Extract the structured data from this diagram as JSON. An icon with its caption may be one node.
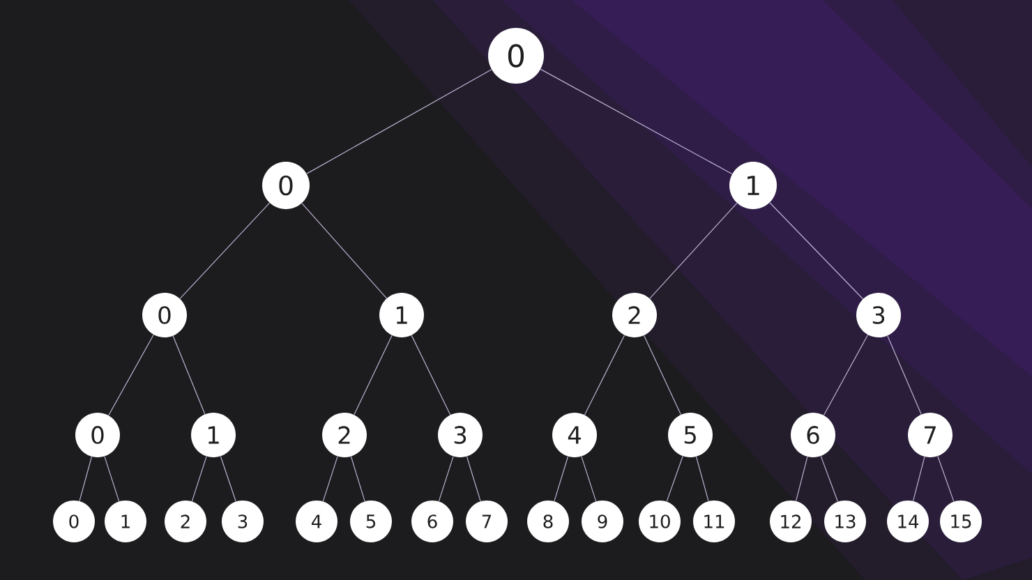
{
  "diagram": {
    "nodes": [
      {
        "text": [
          "0"
        ]
      },
      {
        "text": [
          "0"
        ]
      },
      {
        "text": [
          "1"
        ]
      },
      {
        "text": [
          "0"
        ]
      },
      {
        "text": [
          "1"
        ]
      },
      {
        "text": [
          "2"
        ]
      },
      {
        "text": [
          "3"
        ]
      },
      {
        "text": [
          "0"
        ]
      },
      {
        "text": [
          "1"
        ]
      },
      {
        "text": [
          "2"
        ]
      },
      {
        "text": [
          "3"
        ]
      },
      {
        "text": [
          "4"
        ]
      },
      {
        "text": [
          "5"
        ]
      },
      {
        "text": [
          "6"
        ]
      },
      {
        "text": [
          "7"
        ]
      },
      {
        "text": [
          "0"
        ]
      },
      {
        "text": [
          "1"
        ]
      },
      {
        "text": [
          "2"
        ]
      },
      {
        "text": [
          "3"
        ]
      },
      {
        "text": [
          "4"
        ]
      },
      {
        "text": [
          "5"
        ]
      },
      {
        "text": [
          "6"
        ]
      },
      {
        "text": [
          "7"
        ]
      },
      {
        "text": [
          "8"
        ]
      },
      {
        "text": [
          "9"
        ]
      },
      {
        "text": [
          "10"
        ]
      },
      {
        "text": [
          "11"
        ]
      },
      {
        "text": [
          "12"
        ]
      },
      {
        "text": [
          "13"
        ]
      },
      {
        "text": [
          "14"
        ]
      },
      {
        "text": [
          "15"
        ]
      }
    ],
    "edges": [
      {
        "from": 0,
        "to": 1,
        "arrow": "none"
      },
      {
        "from": 0,
        "to": 2,
        "arrow": "none"
      },
      {
        "from": 1,
        "to": 3,
        "arrow": "none"
      },
      {
        "from": 1,
        "to": 4,
        "arrow": "none"
      },
      {
        "from": 2,
        "to": 5,
        "arrow": "none"
      },
      {
        "from": 2,
        "to": 6,
        "arrow": "none"
      },
      {
        "from": 3,
        "to": 7,
        "arrow": "none"
      },
      {
        "from": 3,
        "to": 8,
        "arrow": "none"
      },
      {
        "from": 4,
        "to": 9,
        "arrow": "none"
      },
      {
        "from": 4,
        "to": 10,
        "arrow": "none"
      },
      {
        "from": 5,
        "to": 11,
        "arrow": "none"
      },
      {
        "from": 5,
        "to": 12,
        "arrow": "none"
      },
      {
        "from": 6,
        "to": 13,
        "arrow": "none"
      },
      {
        "from": 6,
        "to": 14,
        "arrow": "none"
      },
      {
        "from": 7,
        "to": 15,
        "arrow": "none"
      },
      {
        "from": 7,
        "to": 16,
        "arrow": "none"
      },
      {
        "from": 8,
        "to": 17,
        "arrow": "none"
      },
      {
        "from": 8,
        "to": 18,
        "arrow": "none"
      },
      {
        "from": 9,
        "to": 19,
        "arrow": "none"
      },
      {
        "from": 9,
        "to": 20,
        "arrow": "none"
      },
      {
        "from": 10,
        "to": 21,
        "arrow": "none"
      },
      {
        "from": 10,
        "to": 22,
        "arrow": "none"
      },
      {
        "from": 11,
        "to": 23,
        "arrow": "none"
      },
      {
        "from": 11,
        "to": 24,
        "arrow": "none"
      },
      {
        "from": 12,
        "to": 25,
        "arrow": "none"
      },
      {
        "from": 12,
        "to": 26,
        "arrow": "none"
      },
      {
        "from": 13,
        "to": 27,
        "arrow": "none"
      },
      {
        "from": 13,
        "to": 28,
        "arrow": "none"
      },
      {
        "from": 14,
        "to": 29,
        "arrow": "none"
      },
      {
        "from": 14,
        "to": 30,
        "arrow": "none"
      }
    ]
  }
}
